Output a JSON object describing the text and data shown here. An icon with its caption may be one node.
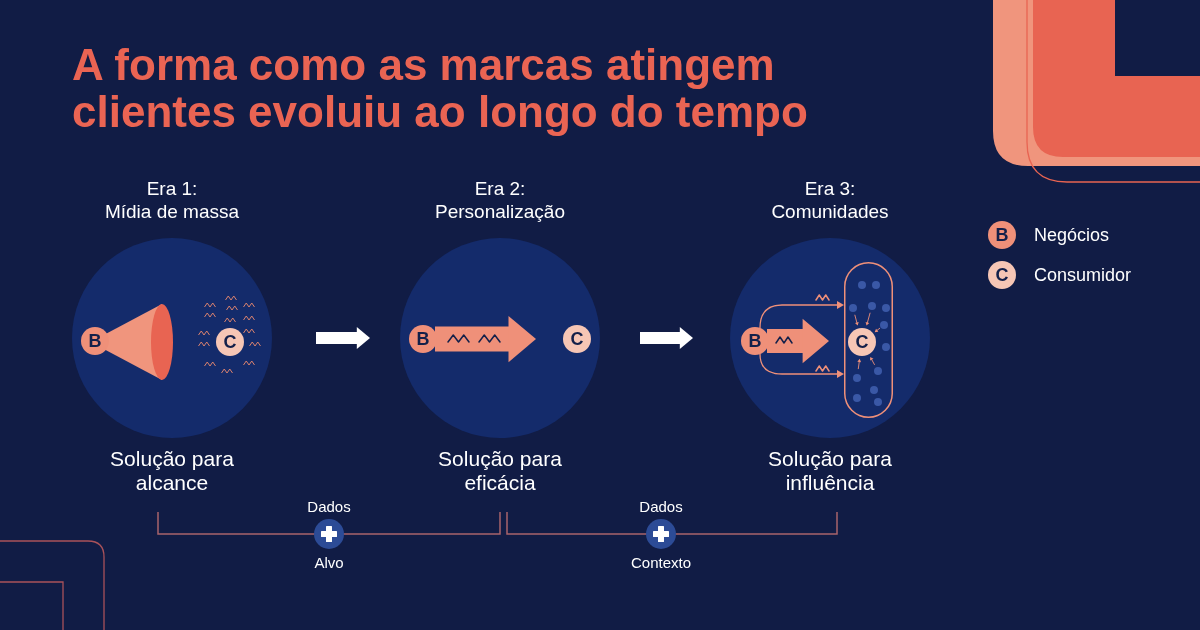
{
  "diagram": {
    "title": "A forma como as marcas atingem clientes evoluiu ao longo do tempo",
    "nodes": [
      {
        "text": [
          "Era 1:",
          "Mídia de massa"
        ],
        "beside": [
          "Solução para alcance"
        ]
      },
      {
        "text": [
          "B"
        ],
        "in": 0
      },
      {
        "text": [
          "C"
        ],
        "in": 0
      },
      {
        "text": [
          "Era 2:",
          "Personalização"
        ],
        "beside": [
          "Solução para eficácia"
        ]
      },
      {
        "text": [
          "B"
        ],
        "in": 3
      },
      {
        "text": [
          "C"
        ],
        "in": 3
      },
      {
        "text": [
          "Era 3:",
          "Comunidades"
        ],
        "beside": [
          "Solução para influência"
        ]
      },
      {
        "text": [
          "B"
        ],
        "in": 6
      },
      {
        "text": [],
        "shape": "capsule",
        "in": 6
      },
      {
        "text": [
          "C"
        ],
        "in": 8
      },
      {
        "text": [],
        "shape": "circle",
        "in": 8
      },
      {
        "text": [],
        "shape": "circle",
        "in": 8
      },
      {
        "text": [],
        "shape": "circle",
        "in": 8
      },
      {
        "text": [],
        "shape": "circle",
        "in": 8
      },
      {
        "text": [],
        "shape": "circle",
        "in": 8
      },
      {
        "text": [],
        "shape": "circle",
        "in": 8
      },
      {
        "text": [],
        "shape": "circle",
        "in": 8
      },
      {
        "text": [],
        "shape": "circle",
        "in": 8
      },
      {
        "text": [],
        "shape": "circle",
        "in": 8
      },
      {
        "text": [],
        "shape": "circle",
        "in": 8
      },
      {
        "text": [],
        "shape": "circle",
        "in": 8
      },
      {
        "text": [],
        "shape": "circle",
        "in": 8
      }
    ],
    "edges": [
      {
        "from": 0,
        "to": 3,
        "arrow": "to",
        "style": "thick",
        "color": "#ffffff"
      },
      {
        "from": 4,
        "to": 5,
        "arrow": "to",
        "style": "thick"
      },
      {
        "from": 3,
        "to": 6,
        "arrow": "to",
        "style": "thick",
        "color": "#ffffff"
      },
      {
        "from": 7,
        "to": 9,
        "arrow": "to",
        "style": "thick"
      },
      {
        "from": 7,
        "to": 8,
        "arrow": "to"
      },
      {
        "from": 7,
        "to": 8,
        "arrow": "to"
      },
      {
        "from": 12,
        "to": 9,
        "arrow": "to"
      },
      {
        "from": 13,
        "to": 9,
        "arrow": "to"
      },
      {
        "from": 15,
        "to": 9,
        "arrow": "to"
      },
      {
        "from": 17,
        "to": 9,
        "arrow": "to"
      },
      {
        "from": 18,
        "to": 9,
        "arrow": "to"
      }
    ],
    "labels": [
      "B",
      "C",
      "Dados",
      "Alvo",
      "Dados",
      "Contexto"
    ],
    "legend": [
      {
        "text": "Negócios",
        "color": "#ef9079"
      },
      {
        "text": "Consumidor",
        "color": "#f6c6b5"
      }
    ]
  }
}
